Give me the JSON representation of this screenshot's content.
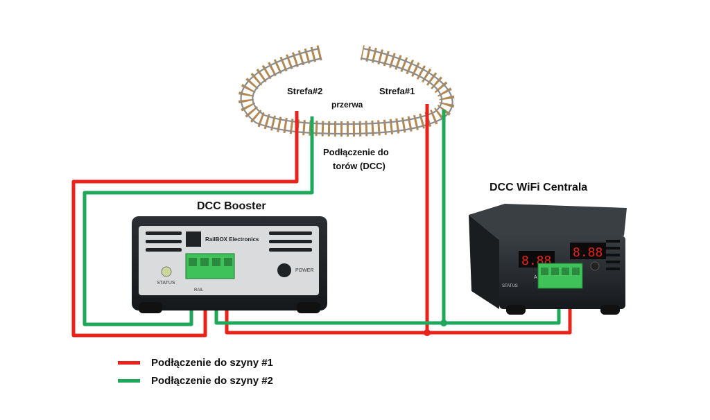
{
  "labels": {
    "zone2": "Strefa#2",
    "zone1": "Strefa#1",
    "gap": "przerwa",
    "track_connection_line1": "Podłączenie do",
    "track_connection_line2": "torów (DCC)",
    "booster_title": "DCC Booster",
    "central_title": "DCC WiFi Centrala"
  },
  "booster": {
    "brand": "RailBOX Electronics",
    "status_label": "STATUS",
    "power_label": "POWER",
    "connector_label": "RAIL"
  },
  "central": {
    "display_left": "8.88",
    "display_right": "8.88",
    "unit_label": "A",
    "status_label": "STATUS"
  },
  "legend": [
    {
      "label": "Podłączenie do szyny #1",
      "color": "#e8231c"
    },
    {
      "label": "Podłączenie do szyny #2",
      "color": "#1fa85a"
    }
  ],
  "colors": {
    "wire_rail1": "#e8231c",
    "wire_rail2": "#1fa85a",
    "terminal": "#3fc25a",
    "device_body": "#1f2326",
    "booster_face": "#d9dbdd",
    "track_tie": "#b5884f",
    "track_rail": "#8c8c8c"
  }
}
